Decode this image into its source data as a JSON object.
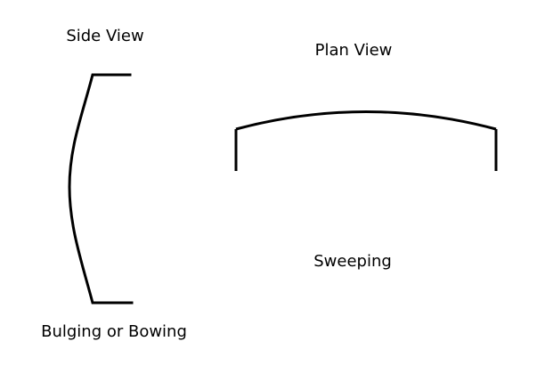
{
  "labels": {
    "side_view": "Side View",
    "plan_view": "Plan View",
    "sweeping": "Sweeping",
    "bulging": "Bulging or Bowing"
  },
  "colors": {
    "stroke": "#000000",
    "background": "#ffffff"
  }
}
